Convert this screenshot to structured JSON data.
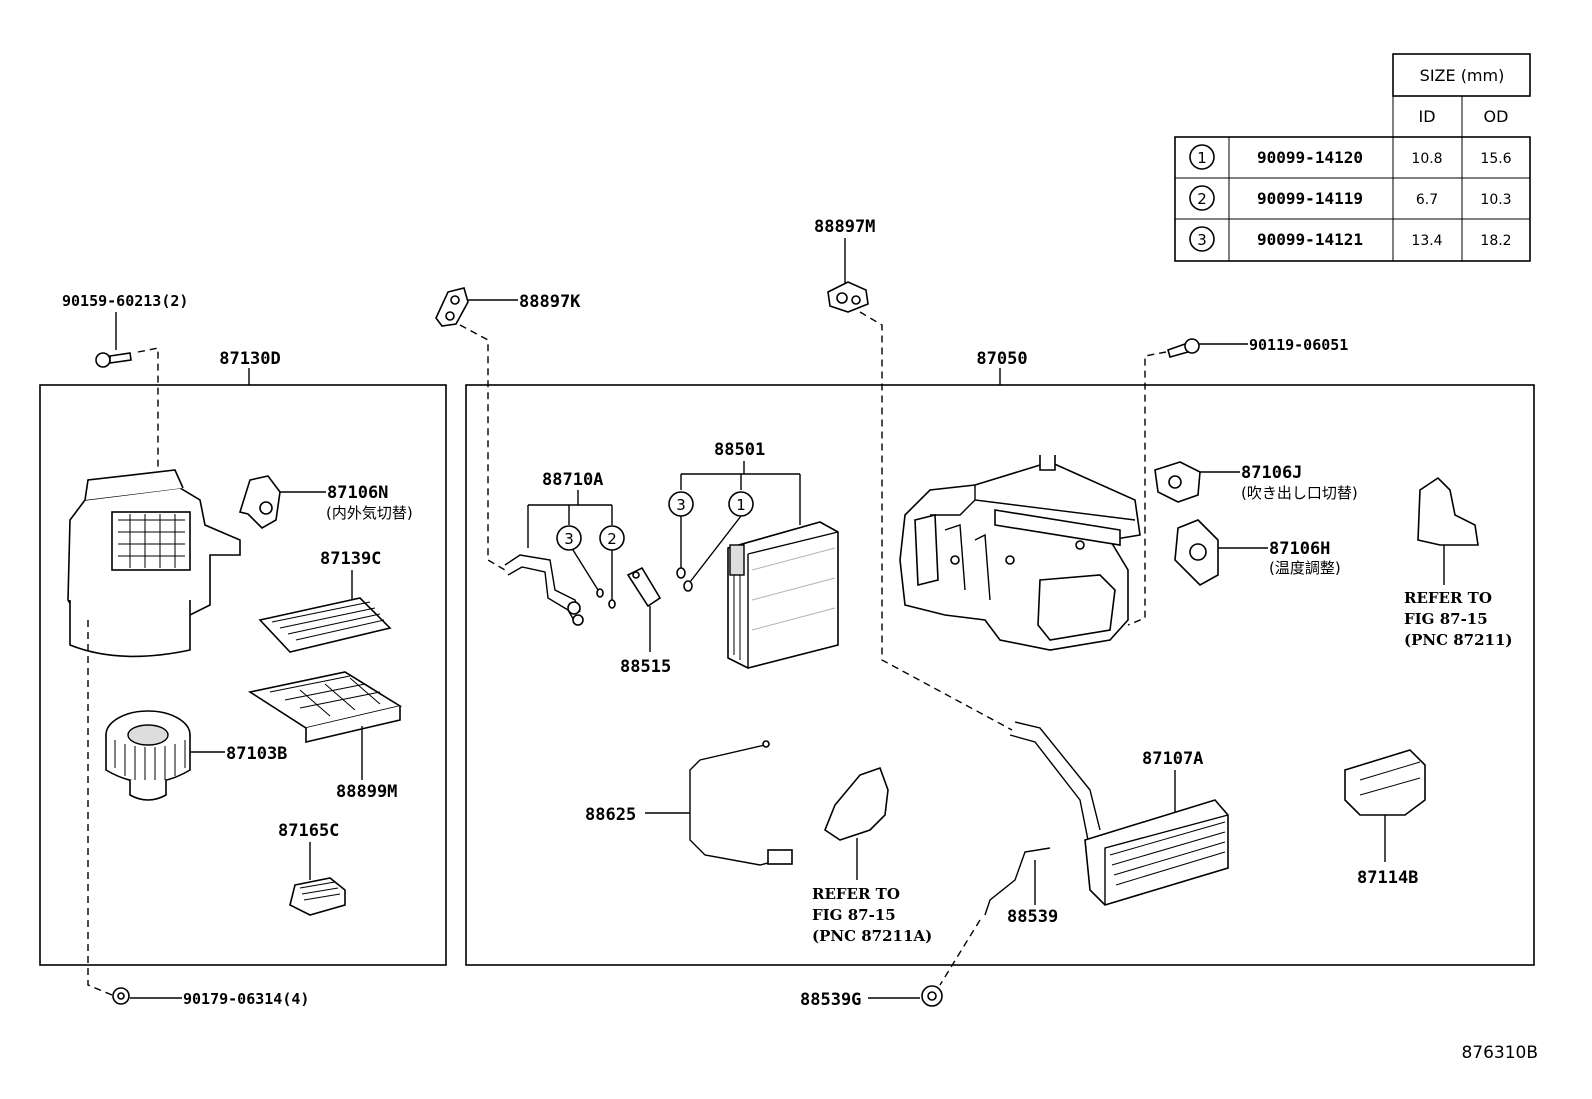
{
  "size_table": {
    "header": "SIZE (mm)",
    "col_id": "ID",
    "col_od": "OD",
    "rows": [
      {
        "num": "1",
        "part": "90099-14120",
        "id": "10.8",
        "od": "15.6"
      },
      {
        "num": "2",
        "part": "90099-14119",
        "id": "6.7",
        "od": "10.3"
      },
      {
        "num": "3",
        "part": "90099-14121",
        "id": "13.4",
        "od": "18.2"
      }
    ]
  },
  "labels": {
    "p90159": "90159-60213(2)",
    "p87130D": "87130D",
    "p88897K": "88897K",
    "p88897M": "88897M",
    "p87050": "87050",
    "p90119": "90119-06051",
    "p87106N": "87106N",
    "p87106N_jp": "(内外気切替)",
    "p87139C": "87139C",
    "p87103B": "87103B",
    "p88899M": "88899M",
    "p87165C": "87165C",
    "p90179": "90179-06314(4)",
    "p88710A": "88710A",
    "p88501": "88501",
    "p88515": "88515",
    "p87106J": "87106J",
    "p87106J_jp": "(吹き出し口切替)",
    "p87106H": "87106H",
    "p87106H_jp": "(温度調整)",
    "ref1_a": "REFER TO",
    "ref1_b": "FIG 87-15",
    "ref1_c": "(PNC 87211)",
    "p88625": "88625",
    "ref2_a": "REFER TO",
    "ref2_b": "FIG 87-15",
    "ref2_c": "(PNC 87211A)",
    "p87107A": "87107A",
    "p88539": "88539",
    "p87114B": "87114B",
    "p88539G": "88539G",
    "fig_code": "876310B"
  },
  "circle_markers": {
    "c3a": "3",
    "c2": "2",
    "c3b": "3",
    "c1": "1"
  }
}
